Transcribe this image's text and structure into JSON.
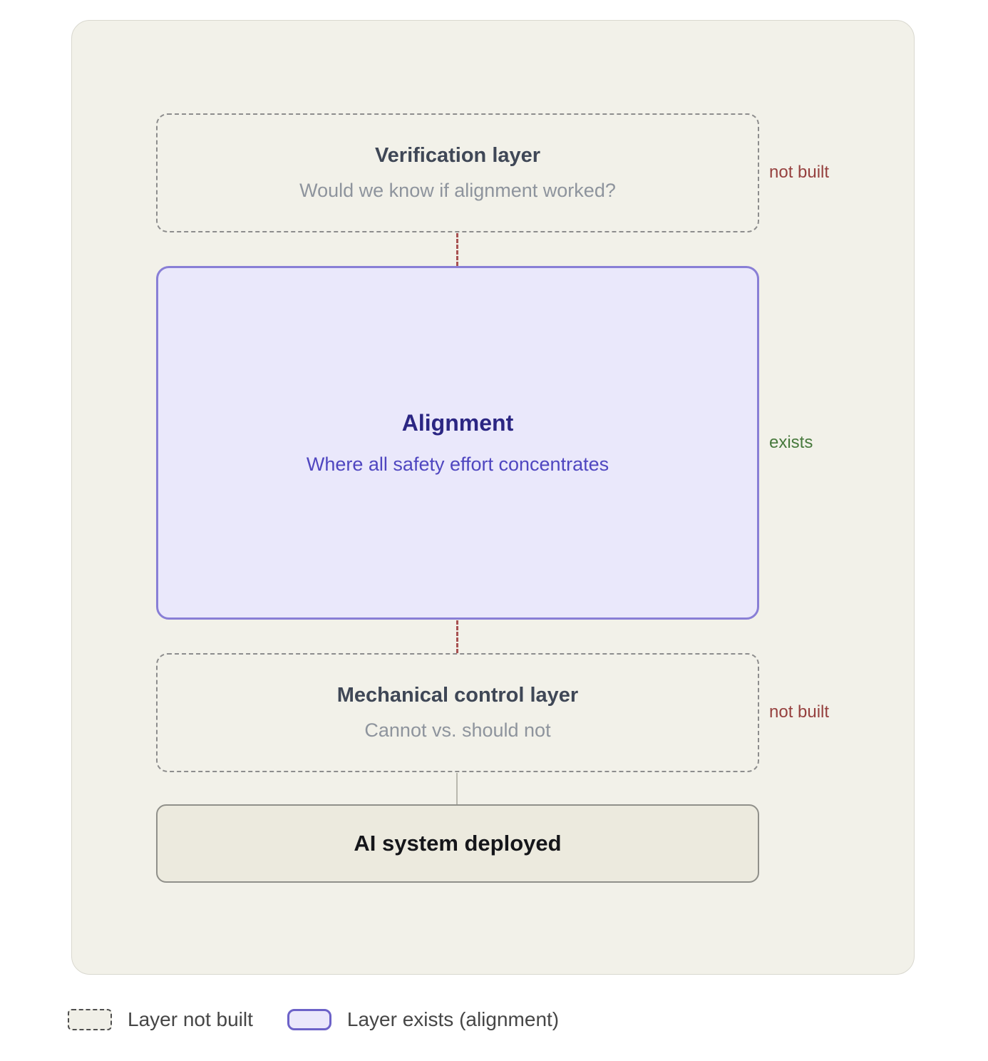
{
  "layers": [
    {
      "title": "Verification layer",
      "subtitle": "Would we know if alignment worked?",
      "status": "not built"
    },
    {
      "title": "Alignment",
      "subtitle": "Where all safety effort concentrates",
      "status": "exists"
    },
    {
      "title": "Mechanical control layer",
      "subtitle": "Cannot vs. should not",
      "status": "not built"
    },
    {
      "title": "AI system deployed"
    }
  ],
  "legend": [
    {
      "label": "Layer not built"
    },
    {
      "label": "Layer exists (alignment)"
    }
  ],
  "colors": {
    "container_bg": "#f2f1e9",
    "alignment_fill": "#eae8fb",
    "alignment_border": "#897fd6",
    "alignment_title": "#2b2683",
    "alignment_subtitle": "#4f46c0",
    "not_built_status": "#96413f",
    "exists_status": "#47793c",
    "dashed_connector": "#a85252",
    "solid_connector": "#b9b8ae"
  }
}
